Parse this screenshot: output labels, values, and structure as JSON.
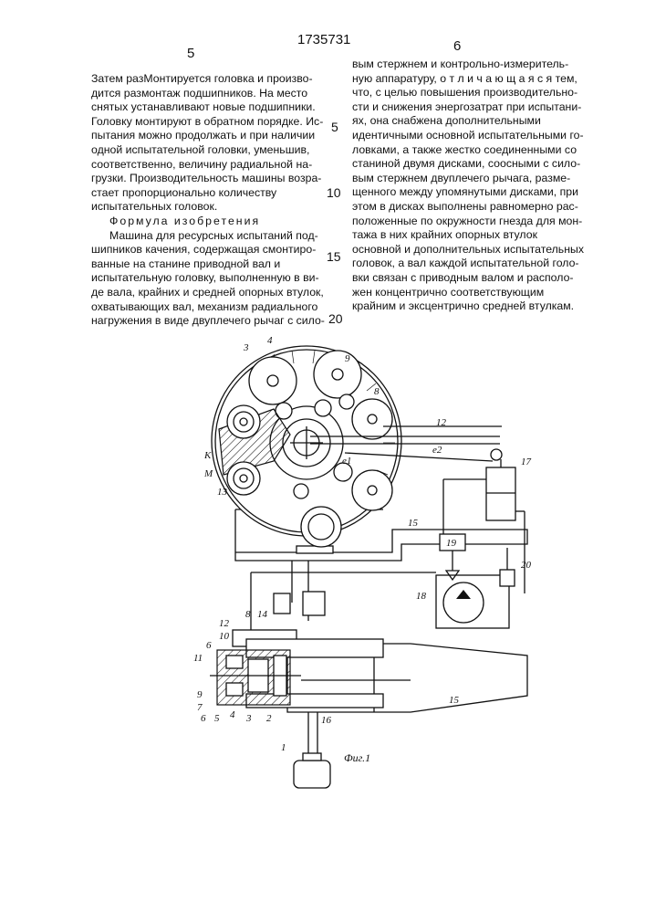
{
  "header": {
    "page_left": "5",
    "patent_number": "1735731",
    "page_right": "6"
  },
  "left_column": [
    "Затем   разМонтируется головка и произво-",
    "дится размонтаж подшипников. На место",
    "снятых устанавливают новые подшипники.",
    "Головку монтируют в обратном порядке. Ис-",
    "пытания можно продолжать и при наличии",
    "одной испытательной головки, уменьшив,",
    "соответственно, величину радиальной на-",
    "грузки. Производительность машины возра-",
    "стает  пропорционально  количеству",
    "испытательных головок.",
    "Формула изобретения",
    "Машина для ресурсных испытаний под-",
    "шипников качения, содержащая смонтиро-",
    "ванные на станине приводной вал и",
    "испытательную головку, выполненную в ви-",
    "де вала, крайних и средней опорных втулок,",
    "охватывающих вал, механизм радиального",
    "нагружения в виде двуплечего рычаг с сило-"
  ],
  "right_column": [
    "вым стержнем и контрольно-измеритель-",
    "ную аппаратуру, о т л и ч а ю щ а я с я тем,",
    "что, с целью повышения производительно-",
    "сти и снижения энергозатрат при испытани-",
    "ях, она снабжена дополнительными",
    "идентичными основной испытательными го-",
    "ловками, а также жестко соединенными со",
    "станиной двумя дисками, соосными с сило-",
    "вым стержнем двуплечего рычага, разме-",
    "щенного между упомянутыми дисками, при",
    "этом в дисках выполнены равномерно рас-",
    "положенные по окружности гнезда для мон-",
    "тажа в них крайних опорных втулок",
    "основной и дополнительных испытательных",
    "головок, а вал каждой испытательной голо-",
    "вки связан с приводным валом и располо-",
    "жен концентрично соответствующим",
    "крайним и эксцентрично средней втулкам."
  ],
  "line_numbers": [
    "5",
    "10",
    "15",
    "20"
  ],
  "figure": {
    "caption": "Фиг.1",
    "labels": {
      "l3a": "3",
      "l4a": "4",
      "l9a": "9",
      "l8a": "8",
      "l12a": "12",
      "lK": "К",
      "lM": "М",
      "l13": "13",
      "l17": "17",
      "l15a": "15",
      "l19": "19",
      "l20": "20",
      "l18": "18",
      "l12b": "12",
      "l8b": "8",
      "l14": "14",
      "l6a": "6",
      "l10": "10",
      "l11": "11",
      "l9b": "9",
      "l7": "7",
      "l6b": "6",
      "l5": "5",
      "l4b": "4",
      "l3b": "3",
      "l2": "2",
      "l16": "16",
      "l15b": "15",
      "l1": "1",
      "le2": "е2",
      "le1": "е1"
    }
  }
}
